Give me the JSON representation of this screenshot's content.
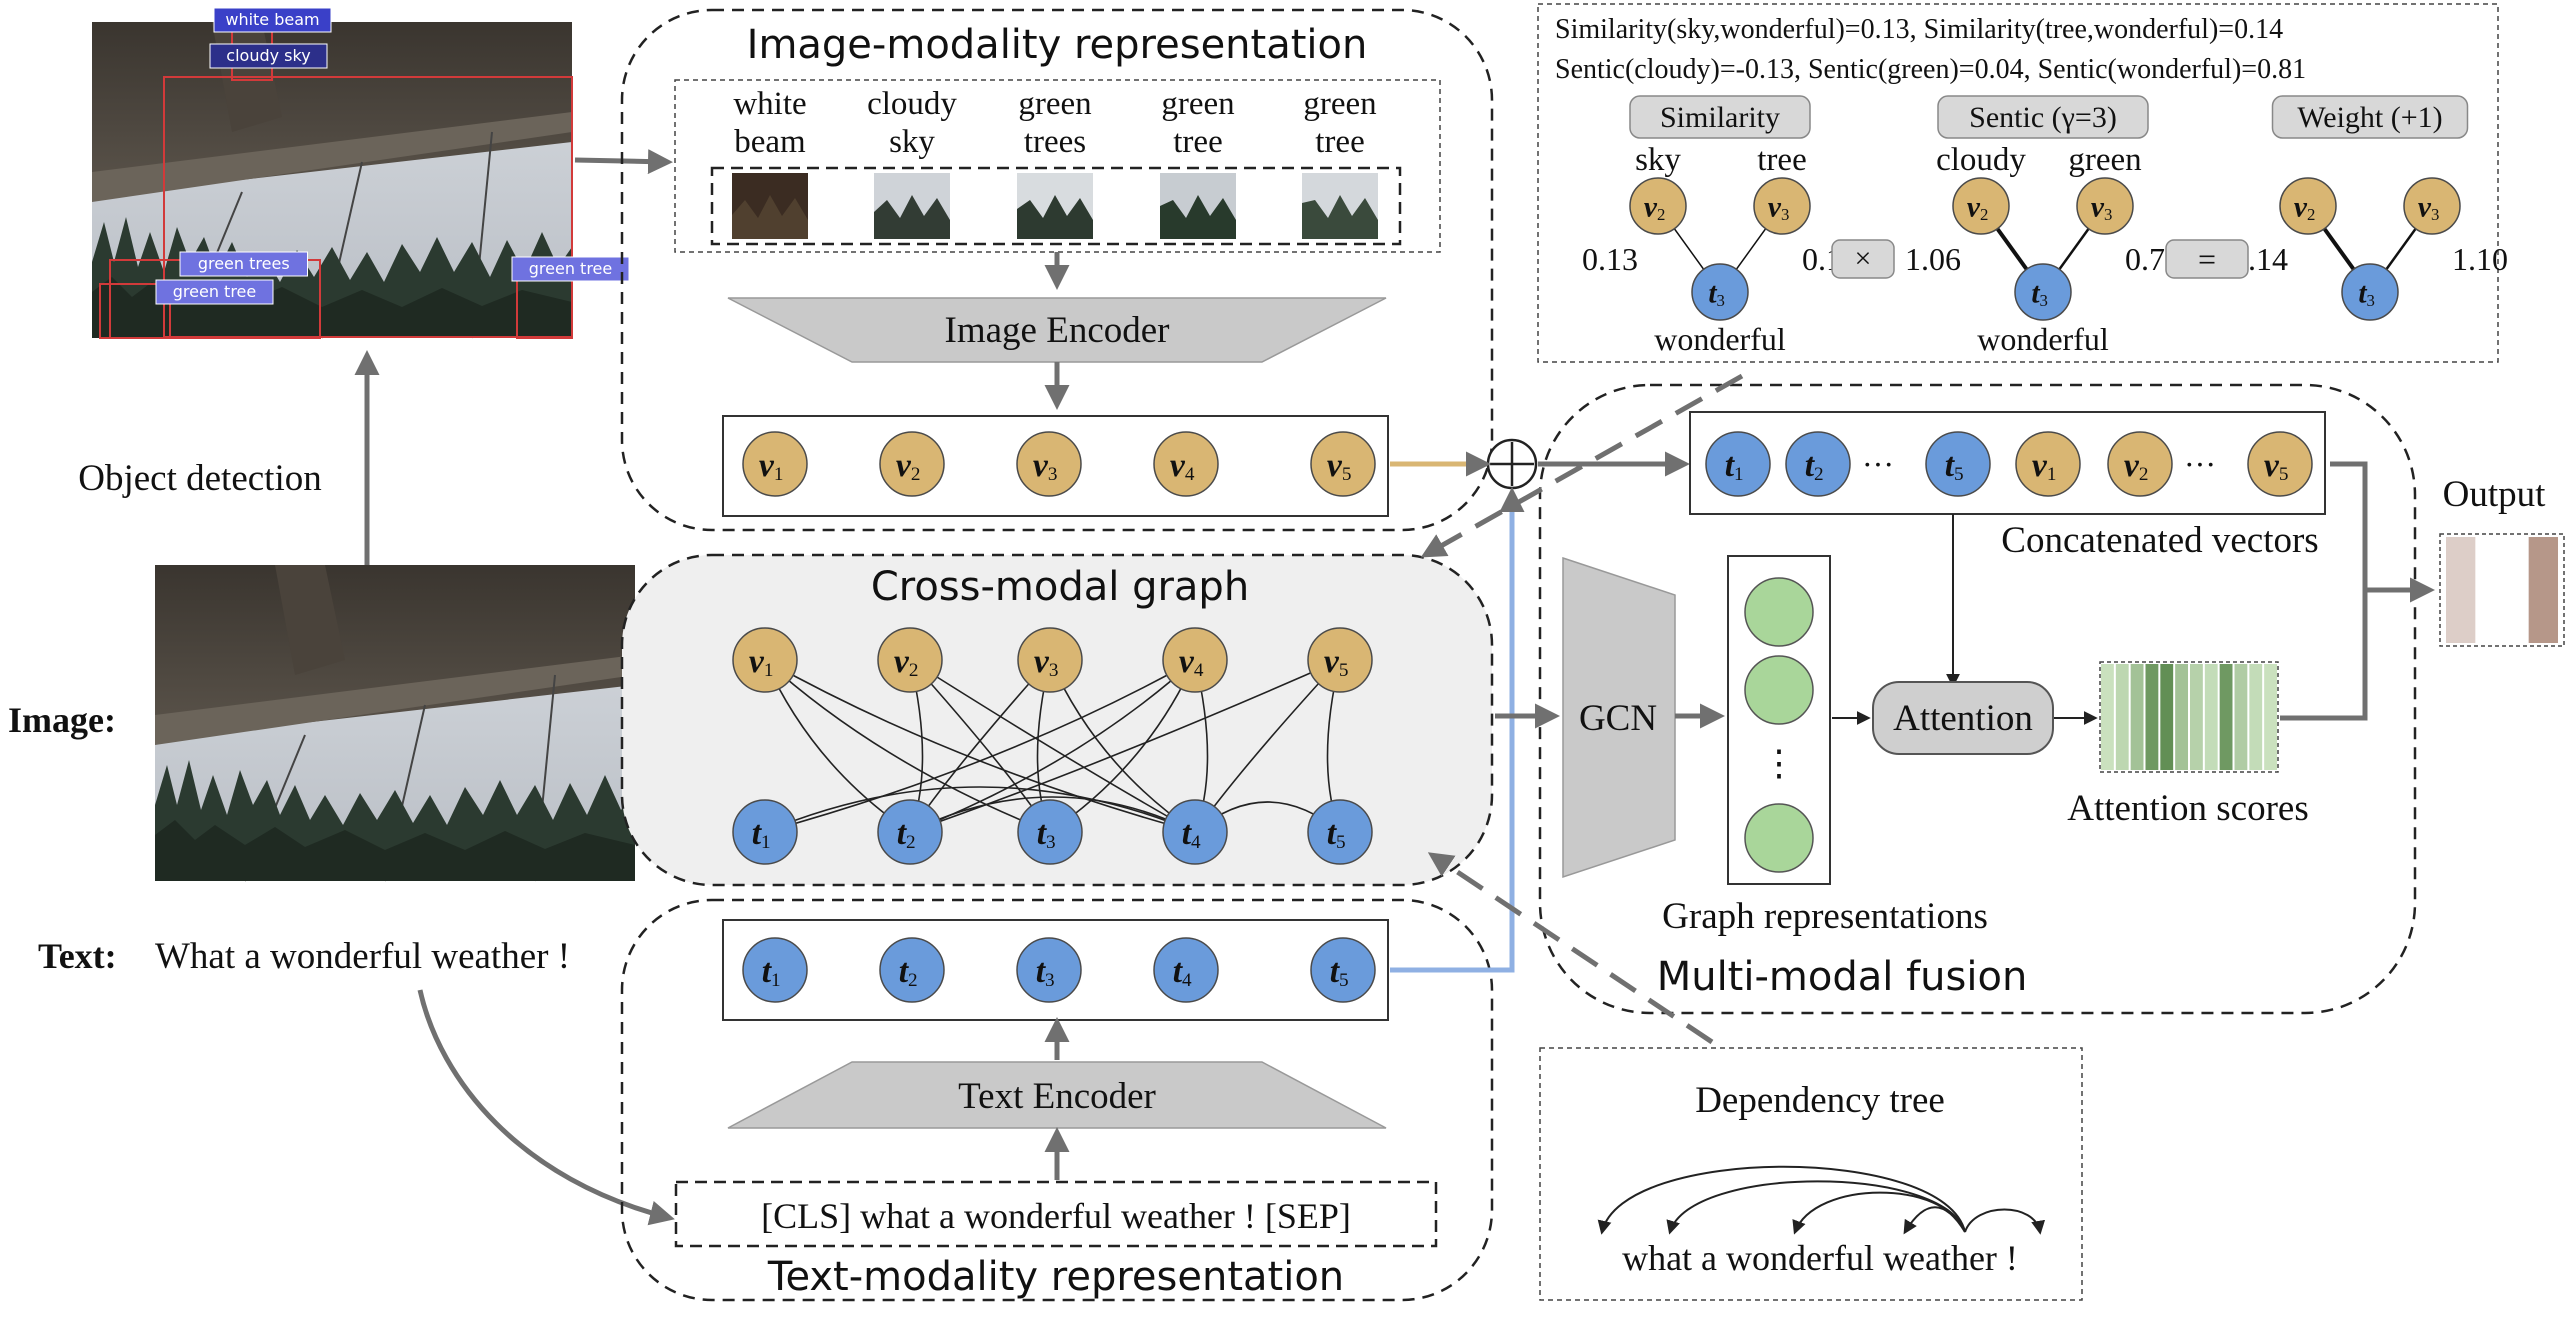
{
  "image_panel": {
    "image_label": "Image:",
    "object_detection_label": "Object detection",
    "detections": [
      "white beam",
      "cloudy sky",
      "green trees",
      "green tree",
      "green tree"
    ]
  },
  "text_input": {
    "label": "Text:",
    "sentence": "What a wonderful weather !"
  },
  "image_modality": {
    "title": "Image-modality representation",
    "objects": [
      {
        "line1": "white",
        "line2": "beam"
      },
      {
        "line1": "cloudy",
        "line2": "sky"
      },
      {
        "line1": "green",
        "line2": "trees"
      },
      {
        "line1": "green",
        "line2": "tree"
      },
      {
        "line1": "green",
        "line2": "tree"
      }
    ],
    "encoder_label": "Image Encoder",
    "vectors": [
      {
        "sym": "v",
        "sub": "1"
      },
      {
        "sym": "v",
        "sub": "2"
      },
      {
        "sym": "v",
        "sub": "3"
      },
      {
        "sym": "v",
        "sub": "4"
      },
      {
        "sym": "v",
        "sub": "5"
      }
    ]
  },
  "cross_modal_graph": {
    "title": "Cross-modal graph",
    "v_nodes": [
      {
        "sym": "v",
        "sub": "1"
      },
      {
        "sym": "v",
        "sub": "2"
      },
      {
        "sym": "v",
        "sub": "3"
      },
      {
        "sym": "v",
        "sub": "4"
      },
      {
        "sym": "v",
        "sub": "5"
      }
    ],
    "t_nodes": [
      {
        "sym": "t",
        "sub": "1"
      },
      {
        "sym": "t",
        "sub": "2"
      },
      {
        "sym": "t",
        "sub": "3"
      },
      {
        "sym": "t",
        "sub": "4"
      },
      {
        "sym": "t",
        "sub": "5"
      }
    ]
  },
  "text_modality": {
    "title": "Text-modality representation",
    "encoder_label": "Text Encoder",
    "input_tokens": "[CLS] what a wonderful weather ! [SEP]",
    "vectors": [
      {
        "sym": "t",
        "sub": "1"
      },
      {
        "sym": "t",
        "sub": "2"
      },
      {
        "sym": "t",
        "sub": "3"
      },
      {
        "sym": "t",
        "sub": "4"
      },
      {
        "sym": "t",
        "sub": "5"
      }
    ]
  },
  "similarity_box": {
    "line1": "Similarity(sky,wonderful)=0.13, Similarity(tree,wonderful)=0.14",
    "line2": "Sentic(cloudy)=-0.13, Sentic(green)=0.04, Sentic(wonderful)=0.81",
    "groups": [
      {
        "tag": "Similarity",
        "left_word": "sky",
        "right_word": "tree",
        "left_node": {
          "sym": "v",
          "sub": "2"
        },
        "right_node": {
          "sym": "v",
          "sub": "3"
        },
        "bottom_node": {
          "sym": "t",
          "sub": "3"
        },
        "left_value": "0.13",
        "right_value": "0.14",
        "bottom_word": "wonderful"
      },
      {
        "tag": "Sentic (γ=3)",
        "left_word": "cloudy",
        "right_word": "green",
        "left_node": {
          "sym": "v",
          "sub": "2"
        },
        "right_node": {
          "sym": "v",
          "sub": "3"
        },
        "bottom_node": {
          "sym": "t",
          "sub": "3"
        },
        "left_value": "1.06",
        "right_value": "0.74",
        "bottom_word": "wonderful"
      },
      {
        "tag": "Weight (+1)",
        "left_word": "",
        "right_word": "",
        "left_node": {
          "sym": "v",
          "sub": "2"
        },
        "right_node": {
          "sym": "v",
          "sub": "3"
        },
        "bottom_node": {
          "sym": "t",
          "sub": "3"
        },
        "left_value": "1.14",
        "right_value": "1.10",
        "bottom_word": ""
      }
    ],
    "times": "×",
    "equals": "="
  },
  "fusion": {
    "title": "Multi-modal fusion",
    "concat_sequence": [
      {
        "sym": "t",
        "sub": "1"
      },
      {
        "sym": "t",
        "sub": "2"
      },
      {
        "dots": "···"
      },
      {
        "sym": "t",
        "sub": "5"
      },
      {
        "sym": "v",
        "sub": "1"
      },
      {
        "sym": "v",
        "sub": "2"
      },
      {
        "dots": "···"
      },
      {
        "sym": "v",
        "sub": "5"
      }
    ],
    "concat_label": "Concatenated vectors",
    "gcn_label": "GCN",
    "graph_repr_label": "Graph representations",
    "ellipsis": "⋮",
    "attention_label": "Attention",
    "attention_scores_label": "Attention scores",
    "attention_score_levels": [
      0.15,
      0.25,
      0.45,
      0.85,
      0.95,
      0.45,
      0.3,
      0.2,
      0.85,
      0.35,
      0.2,
      0.15
    ],
    "output_label": "Output",
    "output_levels": [
      0.35,
      0.0,
      0.75
    ]
  },
  "dependency_tree": {
    "title": "Dependency tree",
    "sentence": "what a wonderful weather !"
  },
  "colors": {
    "v_node": "#D9B673",
    "t_node": "#6A9BDB",
    "node_stroke": "#4a4a4a",
    "arrow": "#707070",
    "blue_link": "#8FB0E3",
    "gold_link": "#D9B673",
    "encoder_fill": "#C9C9C9",
    "graph_bg": "#EFEFEF",
    "green_node": "#A9D69A",
    "attention_dark": "#5B8A4E",
    "attention_light": "#DDF0D2",
    "output_color": "#9E7461"
  }
}
